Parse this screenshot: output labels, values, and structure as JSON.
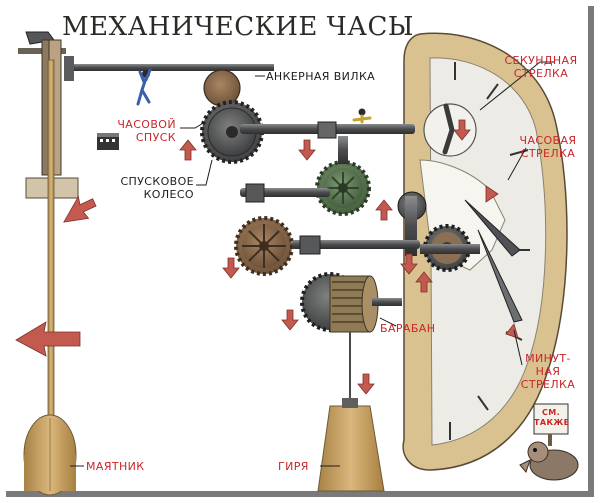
{
  "title": "МЕХАНИЧЕСКИЕ ЧАСЫ",
  "labels": {
    "anchor_fork": "АНКЕРНАЯ ВИЛКА",
    "clock_escapement": [
      "ЧАСОВОЙ",
      "СПУСК"
    ],
    "escape_wheel": [
      "СПУСКОВОЕ",
      "КОЛЕСО"
    ],
    "second_hand": [
      "СЕКУНДНАЯ",
      "СТРЕЛКА"
    ],
    "hour_hand": [
      "ЧАСОВАЯ",
      "СТРЕЛКА"
    ],
    "drum": "БАРАБАН",
    "minute_hand": [
      "МИНУТ-",
      "НАЯ",
      "СТРЕЛКА"
    ],
    "pendulum": "МАЯТНИК",
    "weight": "ГИРЯ"
  },
  "sign": [
    "СМ.",
    "ТАКЖЕ"
  ],
  "colors": {
    "title": "#2b2a27",
    "label_black": "#1d1d1d",
    "label_red": "#c8262b",
    "arrow": "#c25a4f",
    "wood": "#c9a36a",
    "metal": "#5f6062",
    "green_gear": "#5e7a55",
    "brown_gear": "#8a6a4a",
    "dial": "#e9e6df",
    "dial_rim": "#d8c08a"
  },
  "icons": [
    "hammer-icon",
    "climbing-man-icon",
    "film-clapper-icon",
    "rider-icon",
    "mascot-icon"
  ]
}
